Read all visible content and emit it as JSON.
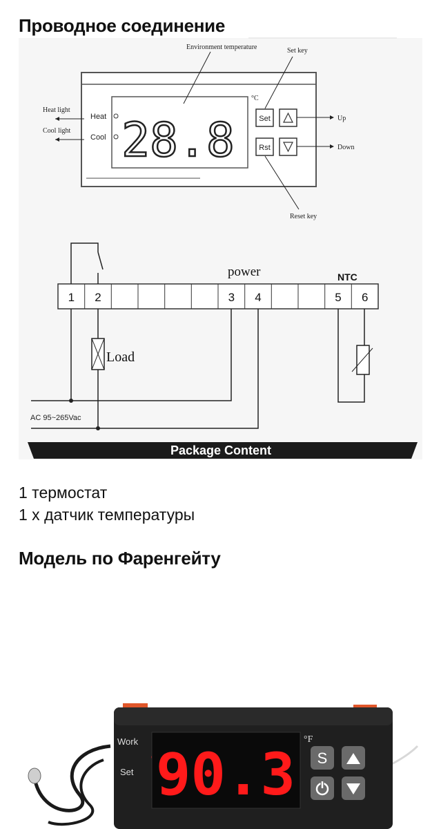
{
  "headings": {
    "wiring": "Проводное соединение",
    "fahrenheit": "Модель по Фаренгейту"
  },
  "package_lines": [
    "1 термостат",
    "1 x датчик температуры"
  ],
  "diagram": {
    "environment_temperature": "Environment temperature",
    "set_key": "Set key",
    "reset_key": "Reset key",
    "heat_light": "Heat light",
    "cool_light": "Cool light",
    "heat": "Heat",
    "cool": "Cool",
    "celsius_unit": "°C",
    "display_value": "28.8",
    "set_btn": "Set",
    "rst_btn": "Rst",
    "up": "Up",
    "down": "Down",
    "power": "power",
    "ntc": "NTC",
    "load": "Load",
    "ac_label": "AC 95~265Vac",
    "terminals": [
      "1",
      "2",
      "",
      "",
      "",
      "",
      "3",
      "4",
      "",
      "",
      "5",
      "6"
    ],
    "banner": "Package Content"
  },
  "photo": {
    "work": "Work",
    "set": "Set",
    "display_value": "90.3",
    "unit": "°F",
    "s_button": "S"
  },
  "colors": {
    "led_red": "#ff1a1a",
    "device_body": "#1f1f1f",
    "lid_orange": "#e0562a"
  }
}
